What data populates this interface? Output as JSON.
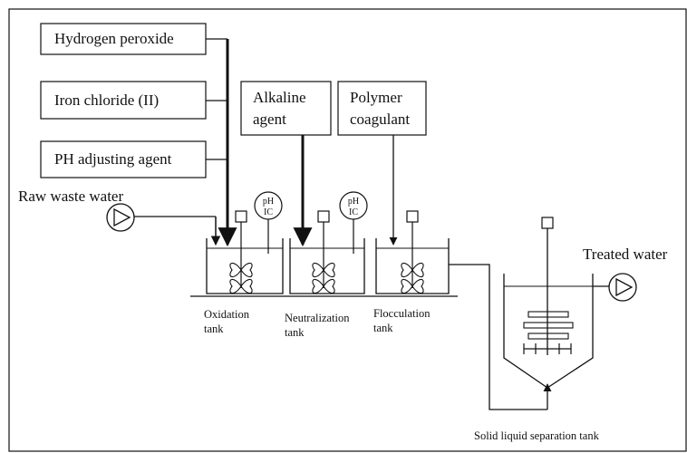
{
  "reagents": {
    "hydrogen_peroxide": "Hydrogen peroxide",
    "iron_chloride": "Iron chloride (II)",
    "ph_adjusting_agent": "PH adjusting agent",
    "alkaline_agent_line1": "Alkaline",
    "alkaline_agent_line2": "agent",
    "polymer_coagulant_line1": "Polymer",
    "polymer_coagulant_line2": "coagulant"
  },
  "streams": {
    "raw_waste_water": "Raw waste water",
    "treated_water": "Treated water"
  },
  "controllers": {
    "ph_ic_line1": "pH",
    "ph_ic_line2": "IC"
  },
  "tanks": {
    "oxidation_line1": "Oxidation",
    "oxidation_line2": "tank",
    "neutralization_line1": "Neutralization",
    "neutralization_line2": "tank",
    "flocculation_line1": "Flocculation",
    "flocculation_line2": "tank",
    "solid_liquid_separation": "Solid liquid separation tank"
  }
}
